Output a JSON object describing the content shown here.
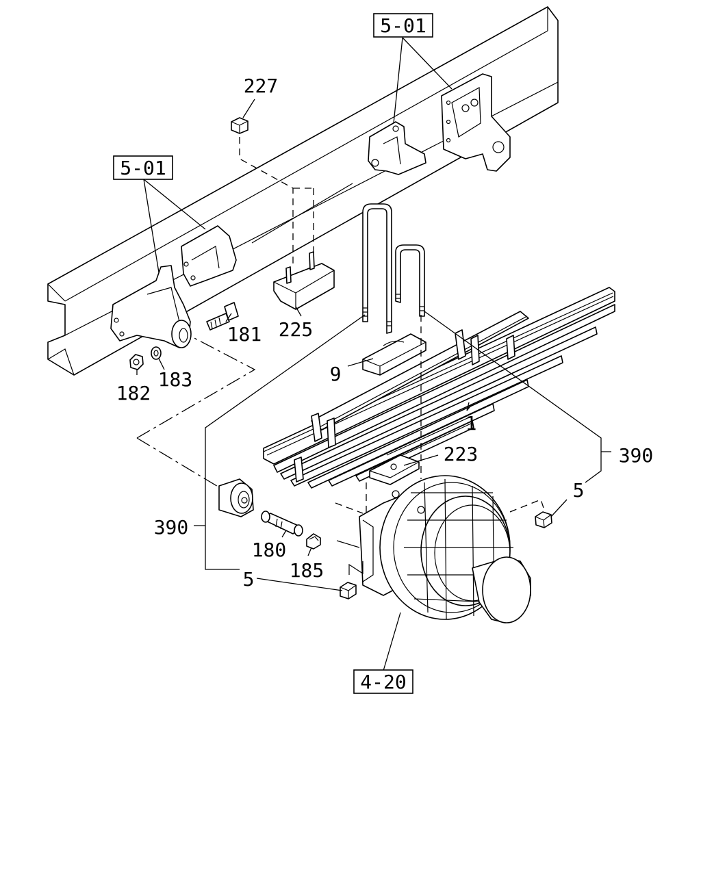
{
  "callouts": {
    "ref_top": "5-01",
    "ref_left": "5-01",
    "ref_axle": "4-20",
    "p227": "227",
    "p225": "225",
    "p181": "181",
    "p182": "182",
    "p183": "183",
    "p9": "9",
    "p1": "1",
    "p223": "223",
    "p390_right": "390",
    "p5_right": "5",
    "p390_left": "390",
    "p180": "180",
    "p185": "185",
    "p5_left": "5"
  }
}
